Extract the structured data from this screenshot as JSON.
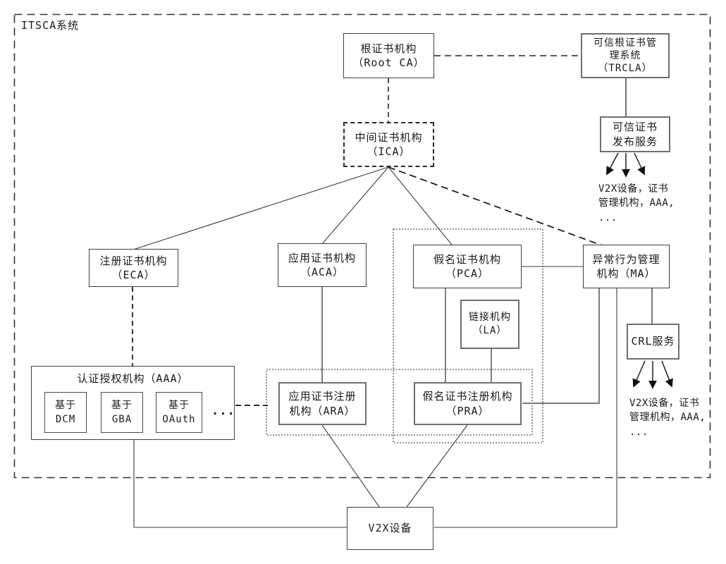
{
  "system_label": "ITSCA系统",
  "nodes": {
    "root_ca": {
      "label": "根证书机构\n（Root CA）"
    },
    "trcla": {
      "label": "可信根证书管\n理系统\n（TRCLA）"
    },
    "ica": {
      "label": "中间证书机构\n（ICA）"
    },
    "publish_service": {
      "label": "可信证书\n发布服务"
    },
    "eca": {
      "label": "注册证书机构\n（ECA）"
    },
    "aca": {
      "label": "应用证书机构\n（ACA）"
    },
    "pca": {
      "label": "假名证书机构\n（PCA）"
    },
    "ma": {
      "label": "异常行为管理\n机构（MA）"
    },
    "la": {
      "label": "链接机构\n（LA）"
    },
    "crl": {
      "label": "CRL服务"
    },
    "aaa": {
      "title": "认证授权机构（AAA）",
      "items": [
        {
          "label": "基于\nDCM"
        },
        {
          "label": "基于\nGBA"
        },
        {
          "label": "基于\nOAuth"
        }
      ],
      "ellipsis": "..."
    },
    "ara": {
      "label": "应用证书注册\n机构（ARA）"
    },
    "pra": {
      "label": "假名证书注册机构\n（PRA）"
    },
    "v2x": {
      "label": "V2X设备"
    }
  },
  "annotations": {
    "publish_targets": "V2X设备，证书\n管理机构，AAA,\n...",
    "crl_targets": "V2X设备，证书\n管理机构，AAA,\n..."
  },
  "colors": {
    "line_dark": "#3c3c3c",
    "line_gray": "#7a7a7a",
    "border_dark": "#3f3f3f",
    "border_gray": "#6f6f6f"
  }
}
